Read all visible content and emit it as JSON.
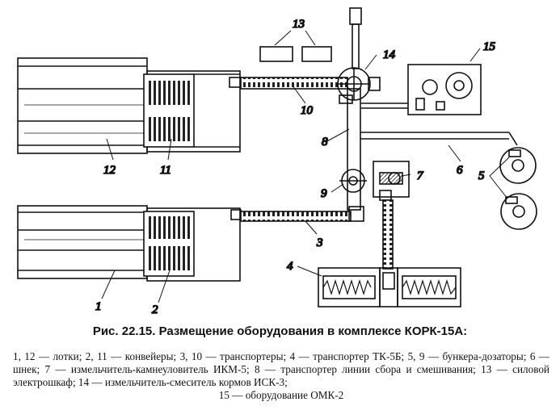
{
  "labels": {
    "l1": "1",
    "l2": "2",
    "l3": "3",
    "l4": "4",
    "l5": "5",
    "l6": "6",
    "l7": "7",
    "l8": "8",
    "l9": "9",
    "l10": "10",
    "l11": "11",
    "l12": "12",
    "l13": "13",
    "l14": "14",
    "l15": "15"
  },
  "caption": {
    "title": "Рис. 22.15. Размещение оборудования в комплексе КОРК-15А:",
    "body": "1, 12 — лотки; 2, 11 — конвейеры; 3, 10 — транспортеры; 4 — транспортер ТК-5Б; 5, 9 — бункера-дозаторы; 6 — шнек; 7 — измельчитель-камнеуловитель ИКМ-5; 8 — транспортер линии сбора и смешивания; 13 — силовой электрошкаф; 14 — измельчитель-смеситель кормов ИСК-3;",
    "last": "15 — оборудование ОМК-2"
  }
}
